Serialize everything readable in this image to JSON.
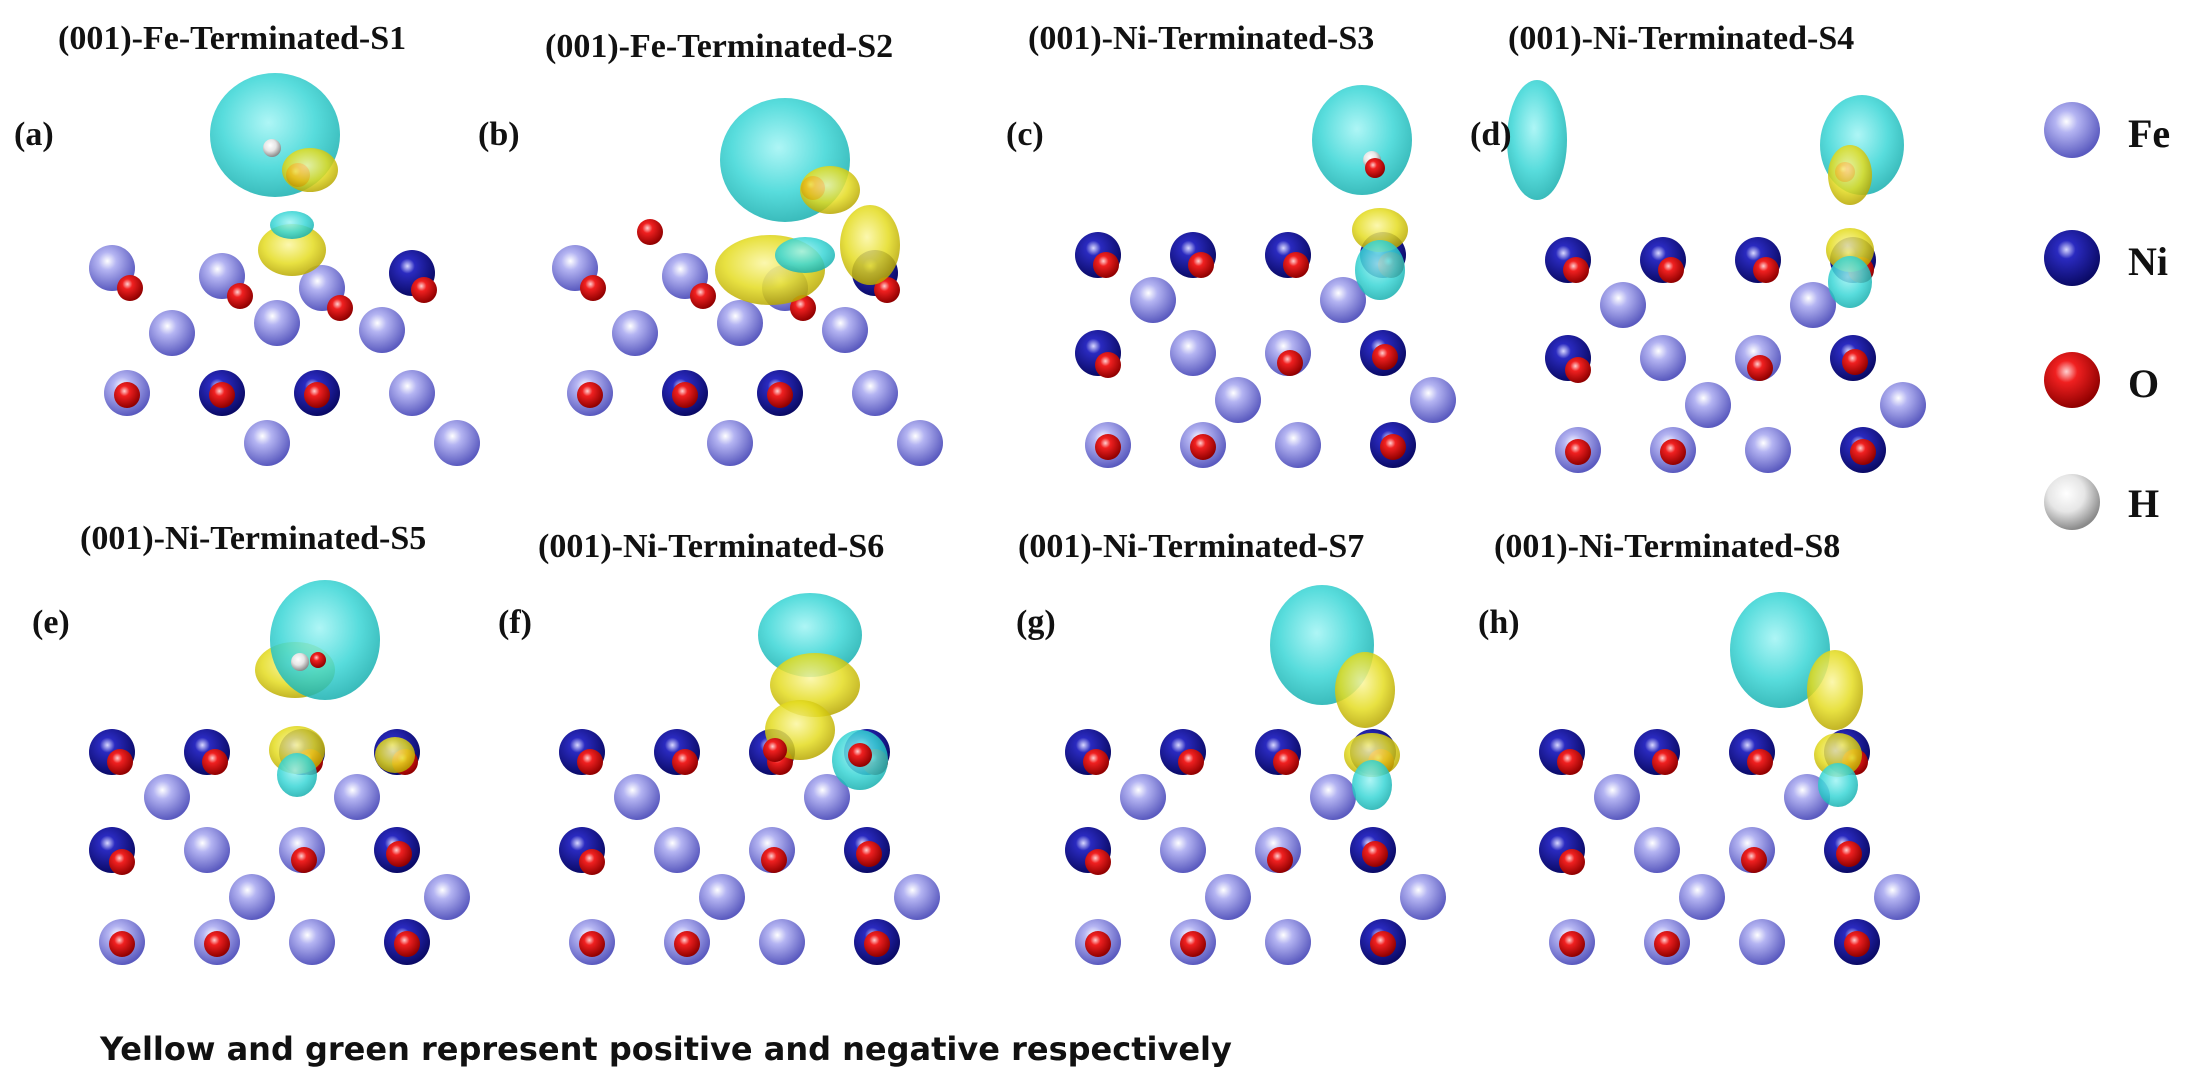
{
  "panels": [
    {
      "title": "(001)-Fe-Terminated-S1",
      "label": "(a)"
    },
    {
      "title": "(001)-Fe-Terminated-S2",
      "label": "(b)"
    },
    {
      "title": "(001)-Ni-Terminated-S3",
      "label": "(c)"
    },
    {
      "title": "(001)-Ni-Terminated-S4",
      "label": "(d)"
    },
    {
      "title": "(001)-Ni-Terminated-S5",
      "label": "(e)"
    },
    {
      "title": "(001)-Ni-Terminated-S6",
      "label": "(f)"
    },
    {
      "title": "(001)-Ni-Terminated-S7",
      "label": "(g)"
    },
    {
      "title": "(001)-Ni-Terminated-S8",
      "label": "(h)"
    }
  ],
  "legend": [
    {
      "label": "Fe",
      "icon": "fe-atom-icon",
      "color": "#8b8be6"
    },
    {
      "label": "Ni",
      "icon": "ni-atom-icon",
      "color": "#1a1a9e"
    },
    {
      "label": "O",
      "icon": "o-atom-icon",
      "color": "#e01010"
    },
    {
      "label": "H",
      "icon": "h-atom-icon",
      "color": "#e8e8e8"
    }
  ],
  "caption": "Yellow and green represent positive and negative respectively",
  "colors": {
    "positive": "#e8e020",
    "negative": "#30d8d8"
  }
}
